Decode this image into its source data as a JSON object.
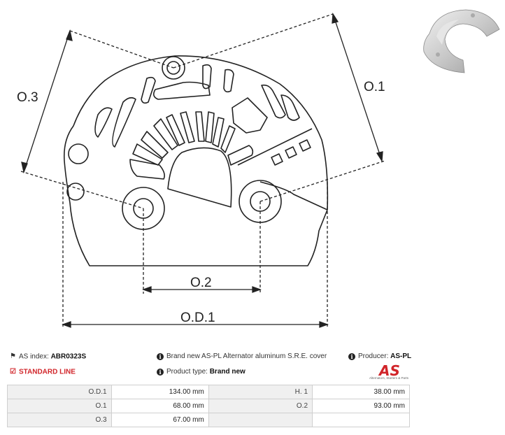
{
  "drawing": {
    "labels": {
      "o3": "O.3",
      "o1": "O.1",
      "o2": "O.2",
      "od1": "O.D.1"
    }
  },
  "info": {
    "as_index_label": "AS index:",
    "as_index_value": "ABR0323S",
    "standard_line": "STANDARD LINE",
    "description": "Brand new AS-PL Alternator aluminum S.R.E. cover",
    "product_type_label": "Product type:",
    "product_type_value": "Brand new",
    "producer_label": "Producer:",
    "producer_value": "AS-PL",
    "logo_mark": "AS",
    "logo_tagline": "Alternators, Starters & Parts"
  },
  "specs": {
    "rows": [
      {
        "k1": "O.D.1",
        "v1": "134.00 mm",
        "k2": "H. 1",
        "v2": "38.00 mm"
      },
      {
        "k1": "O.1",
        "v1": "68.00 mm",
        "k2": "O.2",
        "v2": "93.00 mm"
      },
      {
        "k1": "O.3",
        "v1": "67.00 mm",
        "k2": "",
        "v2": ""
      }
    ]
  },
  "colors": {
    "accent_red": "#d1252a",
    "header_cell": "#f0f0f0",
    "border": "#cfcfcf"
  }
}
